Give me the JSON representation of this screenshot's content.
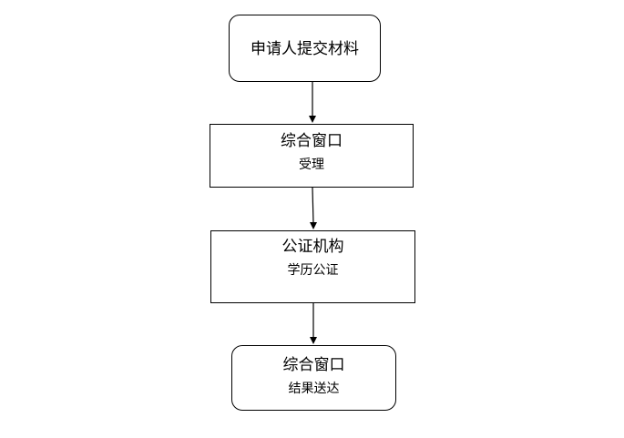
{
  "flowchart": {
    "nodes": [
      {
        "title": "申请人提交材料"
      },
      {
        "title": "综合窗口",
        "subtitle": "受理"
      },
      {
        "title": "公证机构",
        "subtitle": "学历公证"
      },
      {
        "title": "综合窗口",
        "subtitle": "结果送达"
      }
    ],
    "line_color": "#000000"
  }
}
